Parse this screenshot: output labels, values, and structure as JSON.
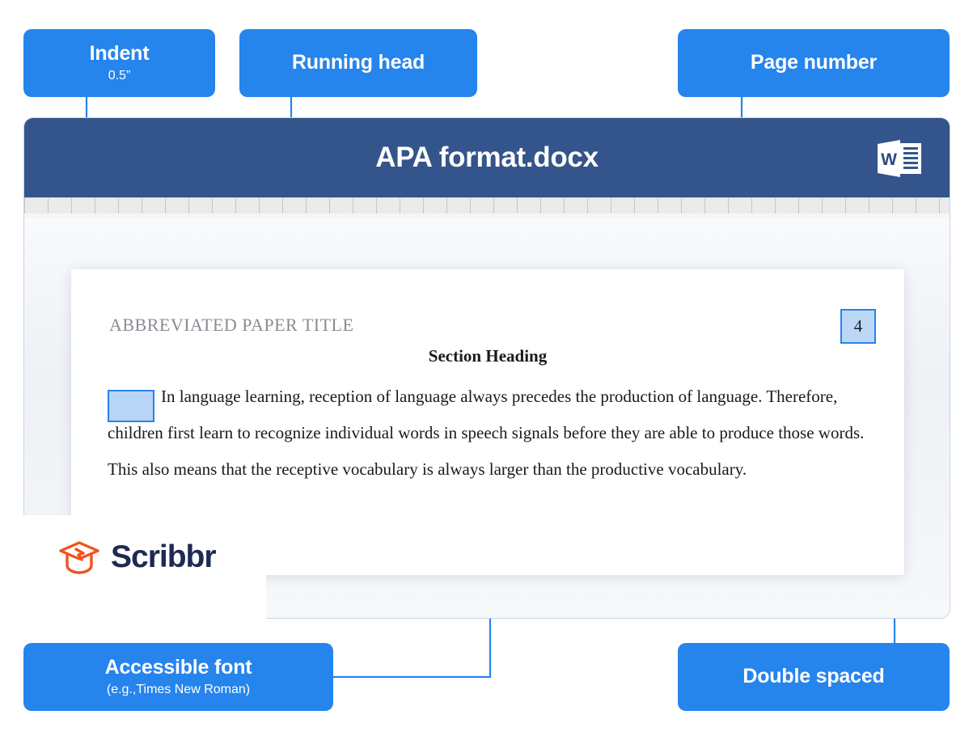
{
  "callouts": {
    "indent": {
      "title": "Indent",
      "subtitle": "0.5”"
    },
    "running_head": {
      "title": "Running head",
      "subtitle": ""
    },
    "page_number": {
      "title": "Page number",
      "subtitle": ""
    },
    "accessible_font": {
      "title": "Accessible font",
      "subtitle": "(e.g.,Times New Roman)"
    },
    "double_spaced": {
      "title": "Double spaced",
      "subtitle": ""
    }
  },
  "window": {
    "title": "APA format.docx",
    "app_icon": "word-docx-icon"
  },
  "document": {
    "running_head": "ABBREVIATED PAPER TITLE",
    "page_number": "4",
    "section_heading": "Section Heading",
    "body": "In language learning, reception of language always precedes the production of language. Therefore, children first learn to recognize individual words in speech signals before they are able to produce those words. This also means that the receptive vocabulary is always larger than the productive vocabulary."
  },
  "branding": {
    "logo_text": "Scribbr",
    "logo_icon": "graduation-cap-icon"
  },
  "colors": {
    "accent_blue": "#2684ED",
    "titlebar_navy": "#34558b",
    "highlight_fill": "#bdd8f7",
    "logo_orange": "#F4511E",
    "logo_navy": "#1c2a54"
  }
}
